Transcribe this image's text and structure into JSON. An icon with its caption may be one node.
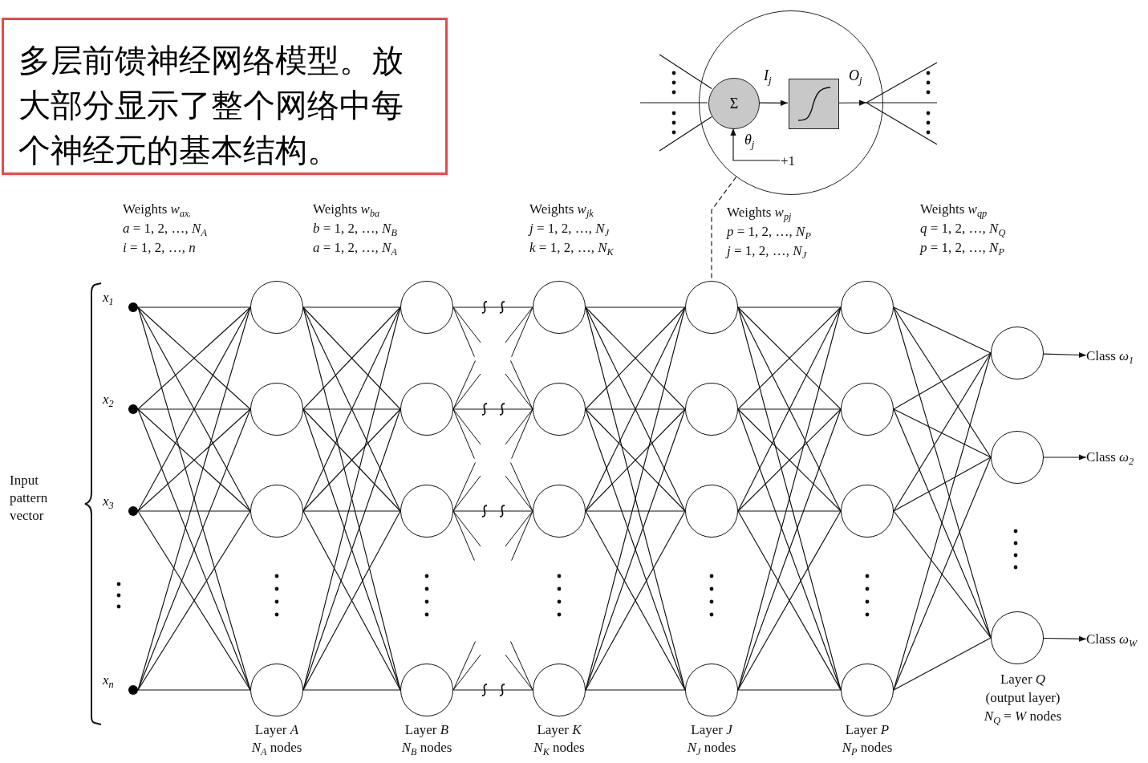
{
  "diagram": {
    "nodes": [
      {
        "text": [
          "多层前馈神经网络模型。放大部分显示了整个网络中每个神经元的基本结构。"
        ]
      },
      {
        "text": [],
        "shape": "circle"
      },
      {
        "text": [
          "Σ"
        ],
        "in": 1
      },
      {
        "text": [],
        "shape": "box",
        "in": 1
      },
      {
        "text": [
          "+1"
        ],
        "in": 1
      },
      {
        "text": [],
        "shape": "circle",
        "beside": [
          "*x*$_{1}$"
        ]
      },
      {
        "text": [],
        "shape": "circle",
        "beside": [
          "*x*$_{2}$"
        ]
      },
      {
        "text": [],
        "shape": "circle",
        "beside": [
          "*x*$_{3}$"
        ]
      },
      {
        "text": [],
        "shape": "circle",
        "beside": [
          "*x*$_{n}$"
        ]
      },
      {
        "text": [],
        "shape": "circle"
      },
      {
        "text": [],
        "shape": "circle"
      },
      {
        "text": [],
        "shape": "circle"
      },
      {
        "text": [],
        "shape": "circle"
      },
      {
        "text": [],
        "shape": "circle"
      },
      {
        "text": [],
        "shape": "circle"
      },
      {
        "text": [],
        "shape": "circle"
      },
      {
        "text": [],
        "shape": "circle"
      },
      {
        "text": [],
        "shape": "circle"
      },
      {
        "text": [],
        "shape": "circle"
      },
      {
        "text": [],
        "shape": "circle"
      },
      {
        "text": [],
        "shape": "circle"
      },
      {
        "text": [],
        "shape": "circle"
      },
      {
        "text": [],
        "shape": "circle"
      },
      {
        "text": [],
        "shape": "circle"
      },
      {
        "text": [],
        "shape": "circle"
      },
      {
        "text": [],
        "shape": "circle"
      },
      {
        "text": [],
        "shape": "circle"
      },
      {
        "text": [],
        "shape": "circle"
      },
      {
        "text": [],
        "shape": "circle"
      },
      {
        "text": [],
        "shape": "circle"
      },
      {
        "text": [],
        "shape": "circle"
      },
      {
        "text": [],
        "shape": "circle"
      },
      {
        "text": [
          "Class *ω*$_{1}$"
        ]
      },
      {
        "text": [
          "Class *ω*$_{2}$"
        ]
      },
      {
        "text": [
          "Class *ω*$_{W}$"
        ]
      }
    ],
    "edges": [
      {
        "from": 1,
        "to": 21,
        "arrow": "none",
        "style": "dashed"
      },
      {
        "from": null,
        "to": 2,
        "arrow": "none"
      },
      {
        "from": null,
        "to": 2,
        "arrow": "none"
      },
      {
        "from": null,
        "to": 2,
        "arrow": "none"
      },
      {
        "from": 2,
        "to": 3,
        "arrow": "to",
        "label": "*I*$_{j}$"
      },
      {
        "from": 3,
        "to": null,
        "arrow": "to",
        "label": "*O*$_{j}$"
      },
      {
        "from": 4,
        "to": 2,
        "arrow": "to",
        "label": "*θ*$_{j}$"
      },
      {
        "from": 5,
        "to": 9,
        "arrow": "none"
      },
      {
        "from": 5,
        "to": 10,
        "arrow": "none"
      },
      {
        "from": 5,
        "to": 11,
        "arrow": "none"
      },
      {
        "from": 5,
        "to": 12,
        "arrow": "none"
      },
      {
        "from": 6,
        "to": 9,
        "arrow": "none"
      },
      {
        "from": 6,
        "to": 10,
        "arrow": "none"
      },
      {
        "from": 6,
        "to": 11,
        "arrow": "none"
      },
      {
        "from": 6,
        "to": 12,
        "arrow": "none"
      },
      {
        "from": 7,
        "to": 9,
        "arrow": "none"
      },
      {
        "from": 7,
        "to": 10,
        "arrow": "none"
      },
      {
        "from": 7,
        "to": 11,
        "arrow": "none"
      },
      {
        "from": 7,
        "to": 12,
        "arrow": "none"
      },
      {
        "from": 8,
        "to": 9,
        "arrow": "none"
      },
      {
        "from": 8,
        "to": 10,
        "arrow": "none"
      },
      {
        "from": 8,
        "to": 11,
        "arrow": "none"
      },
      {
        "from": 8,
        "to": 12,
        "arrow": "none"
      },
      {
        "from": 9,
        "to": 13,
        "arrow": "none"
      },
      {
        "from": 9,
        "to": 14,
        "arrow": "none"
      },
      {
        "from": 9,
        "to": 15,
        "arrow": "none"
      },
      {
        "from": 9,
        "to": 16,
        "arrow": "none"
      },
      {
        "from": 10,
        "to": 13,
        "arrow": "none"
      },
      {
        "from": 10,
        "to": 14,
        "arrow": "none"
      },
      {
        "from": 10,
        "to": 15,
        "arrow": "none"
      },
      {
        "from": 10,
        "to": 16,
        "arrow": "none"
      },
      {
        "from": 11,
        "to": 13,
        "arrow": "none"
      },
      {
        "from": 11,
        "to": 14,
        "arrow": "none"
      },
      {
        "from": 11,
        "to": 15,
        "arrow": "none"
      },
      {
        "from": 11,
        "to": 16,
        "arrow": "none"
      },
      {
        "from": 12,
        "to": 13,
        "arrow": "none"
      },
      {
        "from": 12,
        "to": 14,
        "arrow": "none"
      },
      {
        "from": 12,
        "to": 15,
        "arrow": "none"
      },
      {
        "from": 12,
        "to": 16,
        "arrow": "none"
      },
      {
        "from": 13,
        "to": 17,
        "arrow": "none"
      },
      {
        "from": 14,
        "to": 18,
        "arrow": "none"
      },
      {
        "from": 15,
        "to": 19,
        "arrow": "none"
      },
      {
        "from": 16,
        "to": 20,
        "arrow": "none"
      },
      {
        "from": 17,
        "to": 21,
        "arrow": "none"
      },
      {
        "from": 17,
        "to": 22,
        "arrow": "none"
      },
      {
        "from": 17,
        "to": 23,
        "arrow": "none"
      },
      {
        "from": 17,
        "to": 24,
        "arrow": "none"
      },
      {
        "from": 18,
        "to": 21,
        "arrow": "none"
      },
      {
        "from": 18,
        "to": 22,
        "arrow": "none"
      },
      {
        "from": 18,
        "to": 23,
        "arrow": "none"
      },
      {
        "from": 18,
        "to": 24,
        "arrow": "none"
      },
      {
        "from": 19,
        "to": 21,
        "arrow": "none"
      },
      {
        "from": 19,
        "to": 22,
        "arrow": "none"
      },
      {
        "from": 19,
        "to": 23,
        "arrow": "none"
      },
      {
        "from": 19,
        "to": 24,
        "arrow": "none"
      },
      {
        "from": 20,
        "to": 21,
        "arrow": "none"
      },
      {
        "from": 20,
        "to": 22,
        "arrow": "none"
      },
      {
        "from": 20,
        "to": 23,
        "arrow": "none"
      },
      {
        "from": 20,
        "to": 24,
        "arrow": "none"
      },
      {
        "from": 21,
        "to": 25,
        "arrow": "none"
      },
      {
        "from": 21,
        "to": 26,
        "arrow": "none"
      },
      {
        "from": 21,
        "to": 27,
        "arrow": "none"
      },
      {
        "from": 21,
        "to": 28,
        "arrow": "none"
      },
      {
        "from": 22,
        "to": 25,
        "arrow": "none"
      },
      {
        "from": 22,
        "to": 26,
        "arrow": "none"
      },
      {
        "from": 22,
        "to": 27,
        "arrow": "none"
      },
      {
        "from": 22,
        "to": 28,
        "arrow": "none"
      },
      {
        "from": 23,
        "to": 25,
        "arrow": "none"
      },
      {
        "from": 23,
        "to": 26,
        "arrow": "none"
      },
      {
        "from": 23,
        "to": 27,
        "arrow": "none"
      },
      {
        "from": 23,
        "to": 28,
        "arrow": "none"
      },
      {
        "from": 24,
        "to": 25,
        "arrow": "none"
      },
      {
        "from": 24,
        "to": 26,
        "arrow": "none"
      },
      {
        "from": 24,
        "to": 27,
        "arrow": "none"
      },
      {
        "from": 24,
        "to": 28,
        "arrow": "none"
      },
      {
        "from": 25,
        "to": 29,
        "arrow": "none"
      },
      {
        "from": 25,
        "to": 30,
        "arrow": "none"
      },
      {
        "from": 25,
        "to": 31,
        "arrow": "none"
      },
      {
        "from": 26,
        "to": 29,
        "arrow": "none"
      },
      {
        "from": 26,
        "to": 30,
        "arrow": "none"
      },
      {
        "from": 26,
        "to": 31,
        "arrow": "none"
      },
      {
        "from": 27,
        "to": 29,
        "arrow": "none"
      },
      {
        "from": 27,
        "to": 30,
        "arrow": "none"
      },
      {
        "from": 27,
        "to": 31,
        "arrow": "none"
      },
      {
        "from": 28,
        "to": 29,
        "arrow": "none"
      },
      {
        "from": 28,
        "to": 30,
        "arrow": "none"
      },
      {
        "from": 28,
        "to": 31,
        "arrow": "none"
      },
      {
        "from": 29,
        "to": 32,
        "arrow": "to"
      },
      {
        "from": 30,
        "to": 33,
        "arrow": "to"
      },
      {
        "from": 31,
        "to": 34,
        "arrow": "to"
      }
    ],
    "labels": [
      "Weights *w*$_{axᵢ}$",
      "*a* = 1, 2, …, *N*$_{A}$",
      "*i* = 1, 2, …, *n*",
      "Weights *w*$_{ba}$",
      "*b* = 1, 2, …, *N*$_{B}$",
      "*a* = 1, 2, …, *N*$_{A}$",
      "Weights *w*$_{jk}$",
      "*j* = 1, 2, …, *N*$_{J}$",
      "*k* = 1, 2, …, *N*$_{K}$",
      "Weights *w*$_{pj}$",
      "*p* = 1, 2, …, *N*$_{P}$",
      "*j* = 1, 2, …, *N*$_{J}$",
      "Weights *w*$_{qp}$",
      "*q* = 1, 2, …, *N*$_{Q}$",
      "*p* = 1, 2, …, *N*$_{P}$",
      "Input pattern vector",
      "Layer *Q*",
      "(output layer)",
      "*N*$_{Q}$ = *W* nodes",
      "Layer *A*",
      "*N*$_{A}$ nodes",
      "Layer *B*",
      "*N*$_{B}$ nodes",
      "Layer *K*",
      "*N*$_{K}$ nodes",
      "Layer *J*",
      "*N*$_{J}$ nodes",
      "Layer *P*",
      "*N*$_{P}$ nodes"
    ]
  }
}
